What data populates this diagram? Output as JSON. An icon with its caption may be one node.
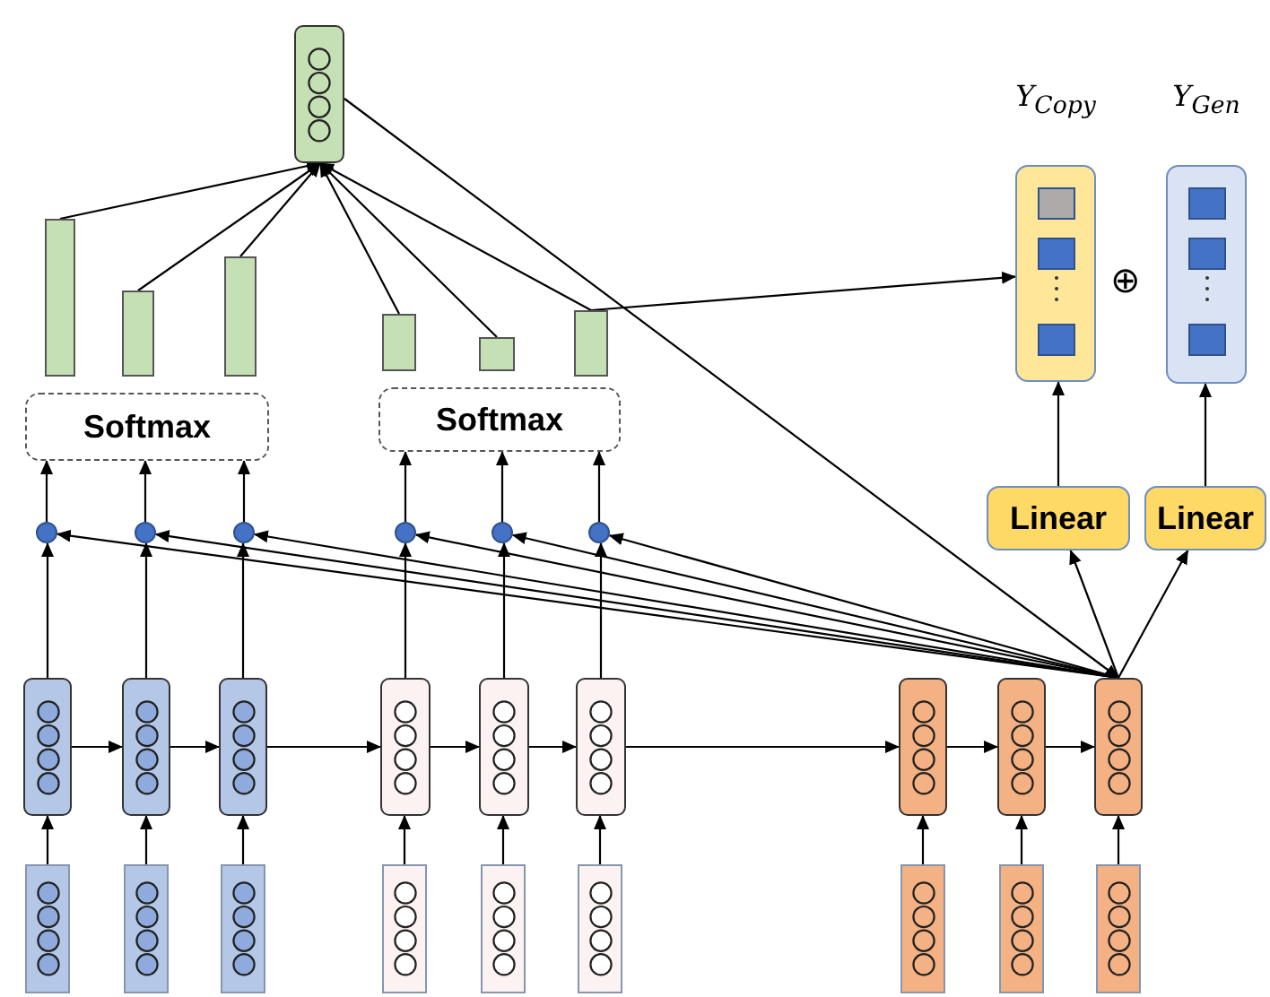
{
  "diagram": {
    "nodes": [
      {
        "text": [],
        "shape": "box"
      },
      {
        "text": [],
        "shape": "bar"
      },
      {
        "text": [],
        "shape": "bar"
      },
      {
        "text": [],
        "shape": "bar"
      },
      {
        "text": [],
        "shape": "bar"
      },
      {
        "text": [],
        "shape": "bar"
      },
      {
        "text": [],
        "shape": "bar"
      },
      {
        "text": [
          "Softmax"
        ]
      },
      {
        "text": [
          "Softmax"
        ]
      },
      {
        "text": [],
        "shape": "circle"
      },
      {
        "text": [],
        "shape": "circle"
      },
      {
        "text": [],
        "shape": "circle"
      },
      {
        "text": [],
        "shape": "circle"
      },
      {
        "text": [],
        "shape": "circle"
      },
      {
        "text": [],
        "shape": "circle"
      },
      {
        "text": [],
        "shape": "box"
      },
      {
        "text": [],
        "shape": "box"
      },
      {
        "text": [],
        "shape": "box"
      },
      {
        "text": [],
        "shape": "box"
      },
      {
        "text": [],
        "shape": "box"
      },
      {
        "text": [],
        "shape": "box"
      },
      {
        "text": [],
        "shape": "box"
      },
      {
        "text": [],
        "shape": "box"
      },
      {
        "text": [],
        "shape": "box"
      },
      {
        "text": [],
        "shape": "box"
      },
      {
        "text": [],
        "shape": "box"
      },
      {
        "text": [],
        "shape": "box"
      },
      {
        "text": [],
        "shape": "box"
      },
      {
        "text": [],
        "shape": "box"
      },
      {
        "text": [],
        "shape": "box"
      },
      {
        "text": [],
        "shape": "box"
      },
      {
        "text": [],
        "shape": "box"
      },
      {
        "text": [],
        "shape": "box"
      },
      {
        "text": [
          "Linear"
        ]
      },
      {
        "text": [
          "Linear"
        ]
      },
      {
        "text": [
          "Y$_{Copy}$"
        ]
      },
      {
        "text": [
          "Y$_{Gen}$"
        ]
      }
    ],
    "edges": [
      {
        "from": 1,
        "to": 0,
        "arrow": "to"
      },
      {
        "from": 2,
        "to": 0,
        "arrow": "to"
      },
      {
        "from": 3,
        "to": 0,
        "arrow": "to"
      },
      {
        "from": 4,
        "to": 0,
        "arrow": "to"
      },
      {
        "from": 5,
        "to": 0,
        "arrow": "to"
      },
      {
        "from": 6,
        "to": 0,
        "arrow": "to"
      },
      {
        "from": 0,
        "to": 29,
        "arrow": "to"
      },
      {
        "from": 6,
        "to": 35,
        "arrow": "to"
      },
      {
        "from": 9,
        "to": 7,
        "arrow": "to"
      },
      {
        "from": 10,
        "to": 7,
        "arrow": "to"
      },
      {
        "from": 11,
        "to": 7,
        "arrow": "to"
      },
      {
        "from": 12,
        "to": 8,
        "arrow": "to"
      },
      {
        "from": 13,
        "to": 8,
        "arrow": "to"
      },
      {
        "from": 14,
        "to": 8,
        "arrow": "to"
      },
      {
        "from": 15,
        "to": 9,
        "arrow": "to"
      },
      {
        "from": 16,
        "to": 10,
        "arrow": "to"
      },
      {
        "from": 17,
        "to": 11,
        "arrow": "to"
      },
      {
        "from": 18,
        "to": 12,
        "arrow": "to"
      },
      {
        "from": 19,
        "to": 13,
        "arrow": "to"
      },
      {
        "from": 20,
        "to": 14,
        "arrow": "to"
      },
      {
        "from": 29,
        "to": 9,
        "arrow": "to"
      },
      {
        "from": 29,
        "to": 10,
        "arrow": "to"
      },
      {
        "from": 29,
        "to": 11,
        "arrow": "to"
      },
      {
        "from": 29,
        "to": 12,
        "arrow": "to"
      },
      {
        "from": 29,
        "to": 13,
        "arrow": "to"
      },
      {
        "from": 29,
        "to": 14,
        "arrow": "to"
      },
      {
        "from": 15,
        "to": 16,
        "arrow": "to"
      },
      {
        "from": 16,
        "to": 17,
        "arrow": "to"
      },
      {
        "from": 17,
        "to": 18,
        "arrow": "to"
      },
      {
        "from": 18,
        "to": 19,
        "arrow": "to"
      },
      {
        "from": 19,
        "to": 20,
        "arrow": "to"
      },
      {
        "from": 20,
        "to": 27,
        "arrow": "to"
      },
      {
        "from": 27,
        "to": 28,
        "arrow": "to"
      },
      {
        "from": 28,
        "to": 29,
        "arrow": "to"
      },
      {
        "from": 21,
        "to": 15,
        "arrow": "to"
      },
      {
        "from": 22,
        "to": 16,
        "arrow": "to"
      },
      {
        "from": 23,
        "to": 17,
        "arrow": "to"
      },
      {
        "from": 24,
        "to": 18,
        "arrow": "to"
      },
      {
        "from": 25,
        "to": 19,
        "arrow": "to"
      },
      {
        "from": 26,
        "to": 20,
        "arrow": "to"
      },
      {
        "from": 30,
        "to": 27,
        "arrow": "to"
      },
      {
        "from": 31,
        "to": 28,
        "arrow": "to"
      },
      {
        "from": 32,
        "to": 29,
        "arrow": "to"
      },
      {
        "from": 29,
        "to": 33,
        "arrow": "to"
      },
      {
        "from": 29,
        "to": 34,
        "arrow": "to"
      },
      {
        "from": 33,
        "to": 35,
        "arrow": "to"
      },
      {
        "from": 34,
        "to": 36,
        "arrow": "to"
      }
    ],
    "labels": [
      "⊕"
    ]
  }
}
